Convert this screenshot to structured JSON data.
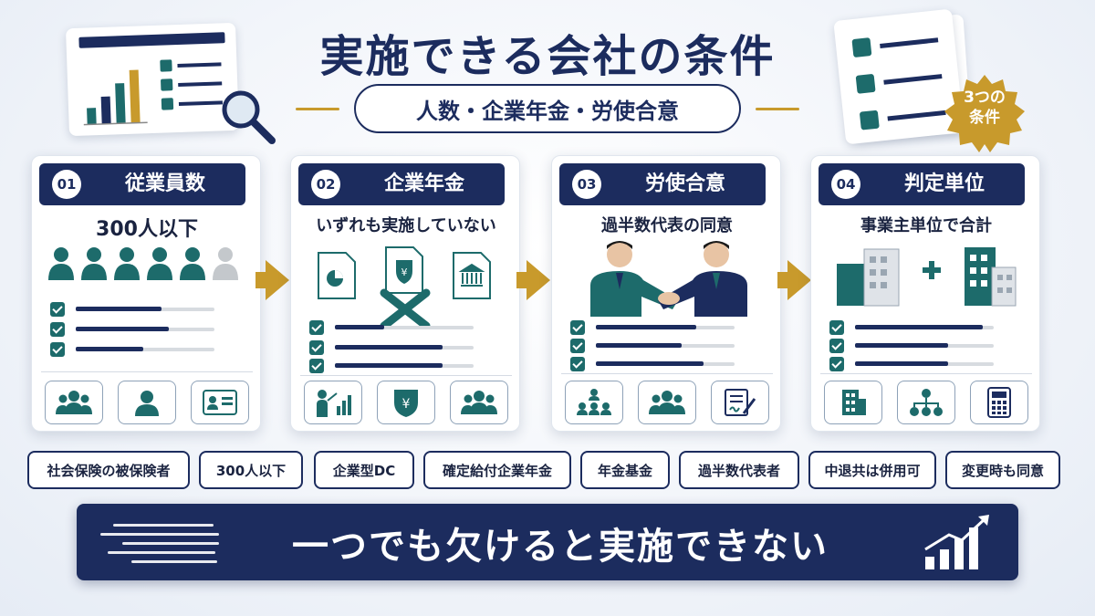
{
  "title": "実施できる会社の条件",
  "subtitle": "人数・企業年金・労使合意",
  "badge": {
    "line1": "3つの",
    "line2": "条件"
  },
  "cards": [
    {
      "num": "01",
      "title": "従業員数",
      "subtitle": "300人以下"
    },
    {
      "num": "02",
      "title": "企業年金",
      "subtitle": "いずれも実施していない"
    },
    {
      "num": "03",
      "title": "労使合意",
      "subtitle": "過半数代表の同意"
    },
    {
      "num": "04",
      "title": "判定単位",
      "subtitle": "事業主単位で合計"
    }
  ],
  "tags": [
    "社会保険の被保険者",
    "300人以下",
    "企業型DC",
    "確定給付企業年金",
    "年金基金",
    "過半数代表者",
    "中退共は併用可",
    "変更時も同意"
  ],
  "banner": "一つでも欠けると実施できない",
  "colors": {
    "navy": "#1c2c5e",
    "teal": "#1d6b6b",
    "gold": "#c89a2c"
  }
}
